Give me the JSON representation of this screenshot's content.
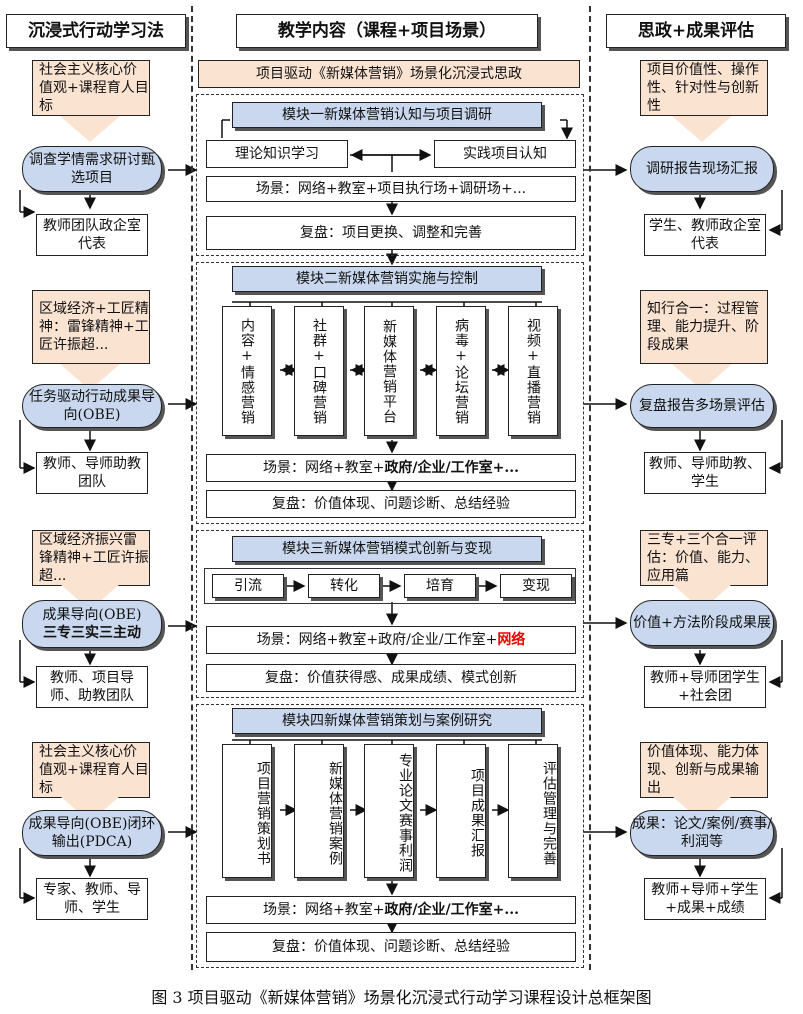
{
  "headers": {
    "left": "沉浸式行动学习法",
    "center": "教学内容（课程+项目场景）",
    "right": "思政+成果评估"
  },
  "top_banner": "项目驱动《新媒体营销》场景化沉浸式思政",
  "left_column": [
    {
      "goal": "社会主义核心价值观+课程育人目标",
      "method": "调查学情需求研讨甄选项目",
      "team": "教师团队政企室代表"
    },
    {
      "goal": "区域经济+工匠精神：雷锋精神+工匠许振超...",
      "method": "任务驱动行动成果导向(OBE)",
      "team": "教师、导师助教团队"
    },
    {
      "goal": "区域经济振兴雷锋精神+工匠许振超...",
      "method": "成果导向(OBE)",
      "method_bold": "三专三实三主动",
      "team": "教师、项目导师、助教团队"
    },
    {
      "goal": "社会主义核心价值观+课程育人目标",
      "method": "成果导向(OBE)闭环输出(PDCA)",
      "team": "专家、教师、导师、学生"
    }
  ],
  "right_column": [
    {
      "criteria": "项目价值性、操作性、针对性与创新性",
      "result": "调研报告现场汇报",
      "team": "学生、教师政企室代表"
    },
    {
      "criteria": "知行合一：过程管理、能力提升、阶段成果",
      "result": "复盘报告多场景评估",
      "team": "教师、导师助教、学生"
    },
    {
      "criteria": "三专+三个合一评估：价值、能力、应用篇",
      "result": "价值+方法阶段成果展",
      "team": "教师+导师团学生+社会团"
    },
    {
      "criteria": "价值体现、能力体现、创新与成果输出",
      "result": "成果：论文/案例/赛事/利润等",
      "team": "教师+导师+学生+成果+成绩"
    }
  ],
  "modules": [
    {
      "title": "模块一新媒体营销认知与项目调研",
      "left": "理论知识学习",
      "right": "实践项目认知",
      "scene": "场景：网络+教室+项目执行场+调研场+...",
      "review": "复盘：项目更换、调整和完善"
    },
    {
      "title": "模块二新媒体营销实施与控制",
      "items": [
        "内容+情感营销",
        "社群+口碑营销",
        "新媒体营销平台",
        "病毒+论坛营销",
        "视频+直播营销"
      ],
      "scene_a": "场景：网络+教室+",
      "scene_b": "政府/企业/工作室+...",
      "review": "复盘：价值体现、问题诊断、总结经验"
    },
    {
      "title": "模块三新媒体营销模式创新与变现",
      "chain": [
        "引流",
        "转化",
        "培育",
        "变现"
      ],
      "scene_a": "场景：网络+教室+政府/企业/工作室+",
      "scene_b": "网络",
      "review": "复盘：价值获得感、成果成绩、模式创新"
    },
    {
      "title": "模块四新媒体营销策划与案例研究",
      "items": [
        "项目营销策划书",
        "新媒体营销案例",
        "专业论文赛事利润",
        "项目成果汇报",
        "评估管理与完善"
      ],
      "scene_a": "场景：网络+教室+",
      "scene_b": "政府/企业/工作室+...",
      "review": "复盘：价值体现、问题诊断、总结经验"
    }
  ],
  "caption": "图 3  项目驱动《新媒体营销》场景化沉浸式行动学习课程设计总框架图"
}
